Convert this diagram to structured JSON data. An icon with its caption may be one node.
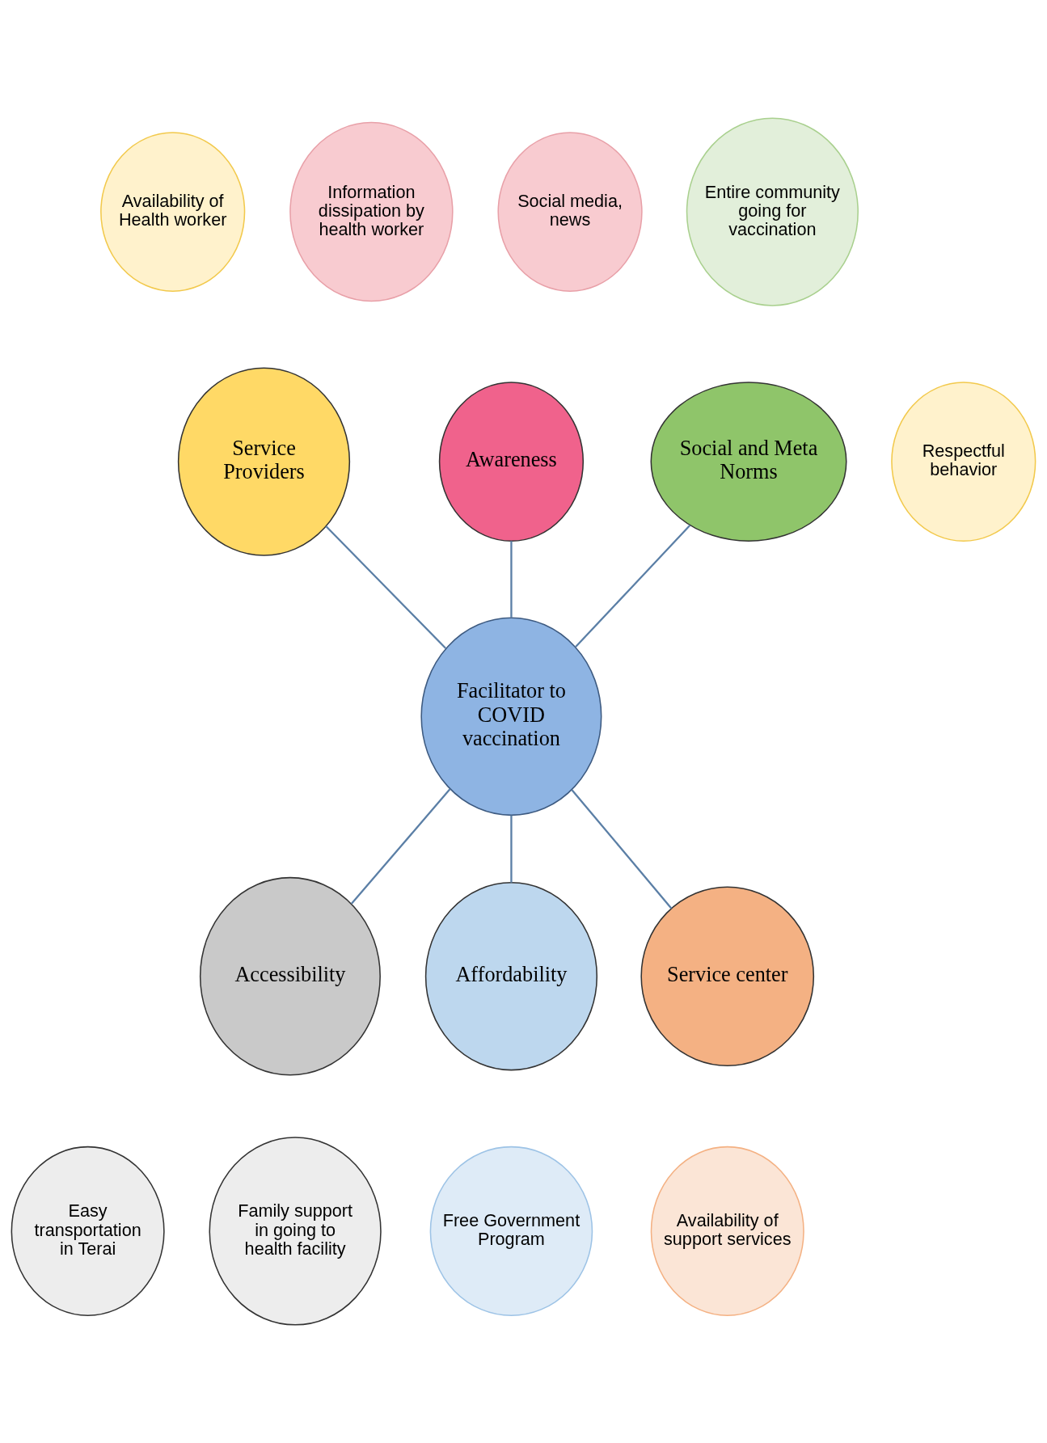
{
  "diagram": {
    "nodes": [
      {
        "text": [
          "Availability of Health worker"
        ]
      },
      {
        "text": [
          "Information dissipation by health worker"
        ]
      },
      {
        "text": [
          "Social media, news"
        ]
      },
      {
        "text": [
          "Awareness"
        ]
      },
      {
        "text": [
          "Entire community going for vaccination"
        ]
      },
      {
        "text": [
          "Social and Meta Norms"
        ]
      },
      {
        "text": [
          "Service Providers"
        ]
      },
      {
        "text": [
          "Respectful behavior"
        ]
      },
      {
        "text": [
          "Facilitator to COVID vaccination"
        ]
      },
      {
        "text": [
          "Accessibility"
        ]
      },
      {
        "text": [
          "Affordability"
        ]
      },
      {
        "text": [
          "Service center"
        ]
      },
      {
        "text": [
          "Easy transportation in Terai"
        ]
      },
      {
        "text": [
          "Family support in going to health facility"
        ]
      },
      {
        "text": [
          "Availability of support services"
        ]
      },
      {
        "text": [
          "Free Government Program"
        ]
      }
    ],
    "edges": [
      {
        "from": 8,
        "to": 6,
        "arrow": "none"
      },
      {
        "from": 8,
        "to": 3,
        "arrow": "none"
      },
      {
        "from": 8,
        "to": 5,
        "arrow": "none"
      },
      {
        "from": 8,
        "to": 11,
        "arrow": "none"
      },
      {
        "from": 8,
        "to": 10,
        "arrow": "none"
      },
      {
        "from": 8,
        "to": 9,
        "arrow": "none"
      }
    ]
  }
}
